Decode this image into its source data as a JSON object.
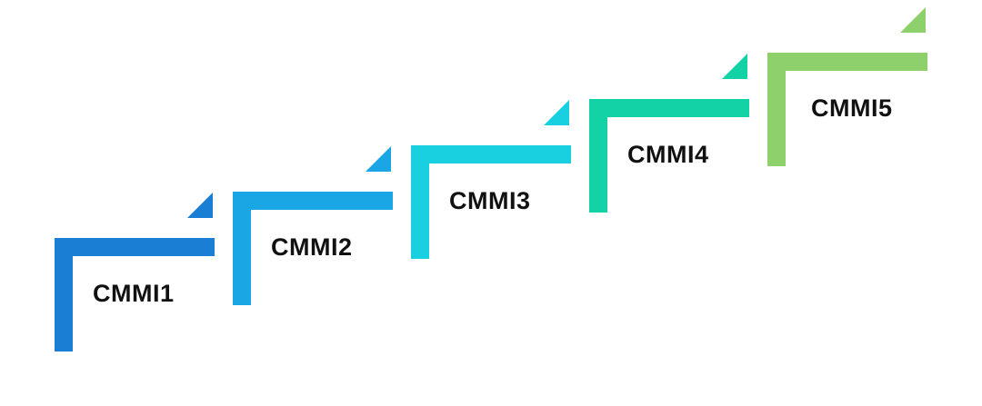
{
  "steps": [
    {
      "label": "CMMI1",
      "color": "#1a7fd4"
    },
    {
      "label": "CMMI2",
      "color": "#1aa6e4"
    },
    {
      "label": "CMMI3",
      "color": "#19d0e0"
    },
    {
      "label": "CMMI4",
      "color": "#12d2a6"
    },
    {
      "label": "CMMI5",
      "color": "#8ed16c"
    }
  ]
}
